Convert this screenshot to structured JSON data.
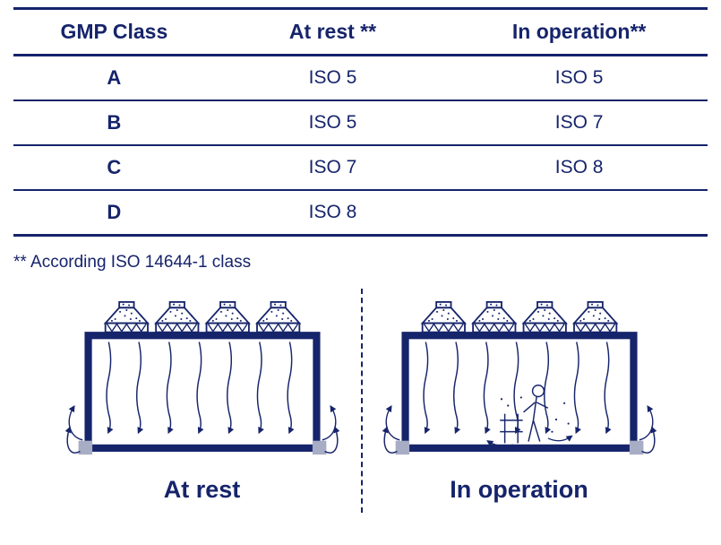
{
  "table": {
    "headers": [
      "GMP Class",
      "At rest **",
      "In operation**"
    ],
    "rows": [
      {
        "gmp_class": "A",
        "at_rest": "ISO 5",
        "in_operation": "ISO 5"
      },
      {
        "gmp_class": "B",
        "at_rest": "ISO 5",
        "in_operation": "ISO 7"
      },
      {
        "gmp_class": "C",
        "at_rest": "ISO 7",
        "in_operation": "ISO 8"
      },
      {
        "gmp_class": "D",
        "at_rest": "ISO 8",
        "in_operation": ""
      }
    ],
    "footnote": "** According ISO 14644-1 class"
  },
  "diagram": {
    "left_label": "At rest",
    "right_label": "In operation"
  },
  "colors": {
    "navy": "#16246b",
    "pad_gray": "#a7adc4",
    "background": "#ffffff"
  }
}
